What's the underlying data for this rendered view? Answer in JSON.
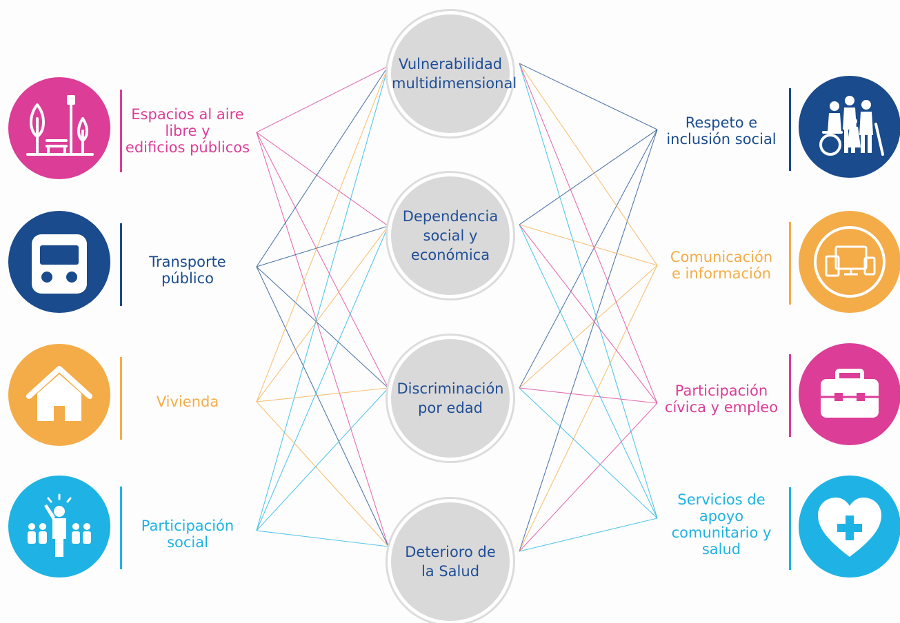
{
  "colors": {
    "magenta": "#dc3d97",
    "navy": "#1a4b8c",
    "orange": "#f4ac48",
    "cyan": "#1eb3e4",
    "circle_gray": "#d9d9d9",
    "factor_text": "#1f4e96"
  },
  "left_categories": [
    {
      "label": "Espacios al aire\nlibre y\nedificios públicos",
      "color": "#dc3d97",
      "icon": "park-bench-tree-icon"
    },
    {
      "label": "Transporte\npúblico",
      "color": "#1a4b8c",
      "icon": "bus-icon"
    },
    {
      "label": "Vivienda",
      "color": "#f4ac48",
      "icon": "house-icon"
    },
    {
      "label": "Participación\nsocial",
      "color": "#1eb3e4",
      "icon": "people-group-icon"
    }
  ],
  "right_categories": [
    {
      "label": "Respeto e\ninclusión social",
      "color": "#1a4b8c",
      "icon": "diverse-people-icon"
    },
    {
      "label": "Comunicación\ne información",
      "color": "#f4ac48",
      "icon": "devices-icon"
    },
    {
      "label": "Participación\ncívica y empleo",
      "color": "#dc3d97",
      "icon": "briefcase-icon"
    },
    {
      "label": "Servicios de\napoyo\ncomunitario y\nsalud",
      "color": "#1eb3e4",
      "icon": "heart-plus-icon"
    }
  ],
  "factors": [
    {
      "label": "Vulnerabilidad\nmultidimensional"
    },
    {
      "label": "Dependencia\nsocial y\neconómica"
    },
    {
      "label": "Discriminación\npor edad"
    },
    {
      "label": "Deterioro de\nla Salud"
    }
  ]
}
